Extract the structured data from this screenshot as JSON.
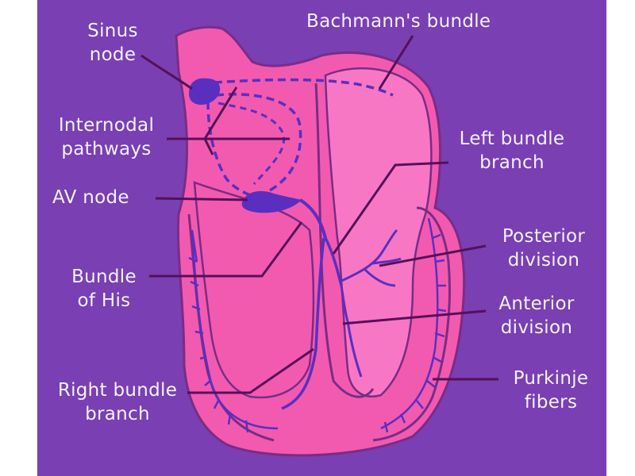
{
  "colors": {
    "background": "#7a3fb3",
    "heart": "#f25ab0",
    "heart_light": "#f877c4",
    "outline": "#7a2c86",
    "conduction": "#5a2fc0",
    "leader_line": "#55105a",
    "label_text": "#f2f2f4"
  },
  "labels": {
    "sinus_node": [
      "Sinus",
      "node"
    ],
    "bachmanns_bundle": [
      "Bachmann's bundle"
    ],
    "internodal_pathways": [
      "Internodal",
      "pathways"
    ],
    "left_bundle_branch": [
      "Left bundle",
      "branch"
    ],
    "av_node": [
      "AV node"
    ],
    "posterior_division": [
      "Posterior",
      "division"
    ],
    "bundle_of_his": [
      "Bundle",
      "of His"
    ],
    "anterior_division": [
      "Anterior",
      "division"
    ],
    "right_bundle_branch": [
      "Right bundle",
      "branch"
    ],
    "purkinje_fibers": [
      "Purkinje",
      "fibers"
    ]
  }
}
